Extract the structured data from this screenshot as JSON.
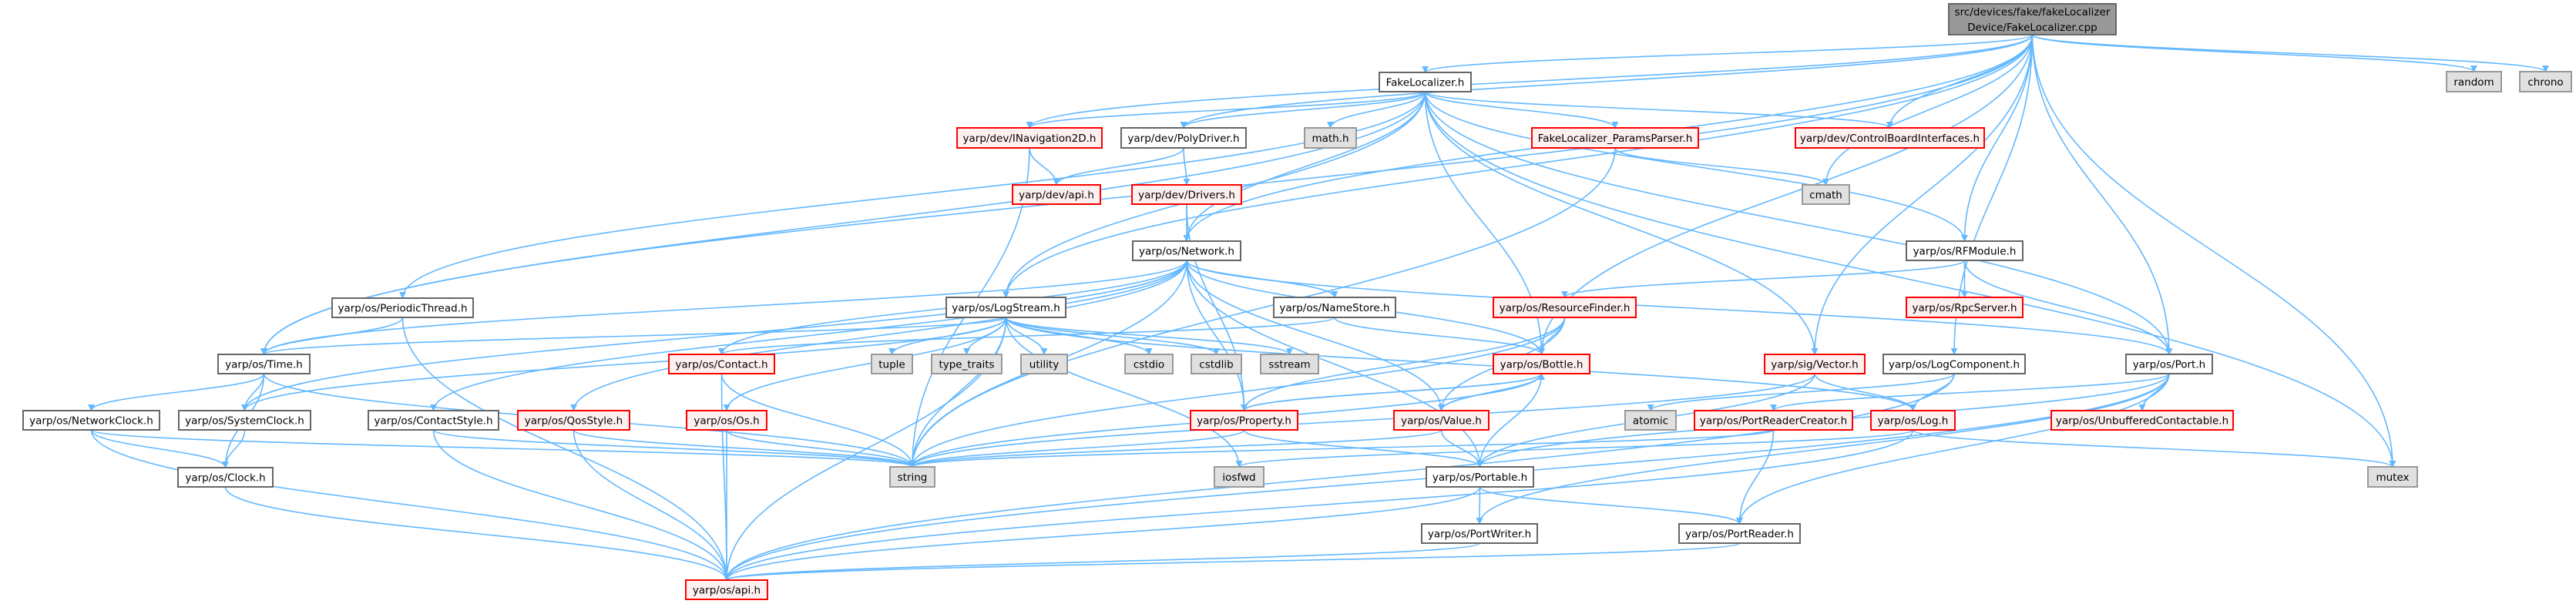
{
  "colors": {
    "edge": "#63b8ff",
    "root_fill": "#999999",
    "root_border": "#666666",
    "normal_fill": "#ffffff",
    "normal_border": "#666666",
    "truncated_fill": "#fff0f0",
    "truncated_border": "#ff0000",
    "external_fill": "#e0e0e0",
    "external_border": "#999999"
  },
  "nodes": {
    "root": {
      "lines": [
        "src/devices/fake/fakeLocalizer",
        "Device/FakeLocalizer.cpp"
      ],
      "kind": "root"
    },
    "fakeloc": {
      "lines": [
        "FakeLocalizer.h"
      ],
      "kind": "normal"
    },
    "random": {
      "lines": [
        "random"
      ],
      "kind": "external"
    },
    "chrono": {
      "lines": [
        "chrono"
      ],
      "kind": "external"
    },
    "inav": {
      "lines": [
        "yarp/dev/INavigation2D.h"
      ],
      "kind": "truncated"
    },
    "polydriver": {
      "lines": [
        "yarp/dev/PolyDriver.h"
      ],
      "kind": "normal"
    },
    "math": {
      "lines": [
        "math.h"
      ],
      "kind": "external"
    },
    "params": {
      "lines": [
        "FakeLocalizer_ParamsParser.h"
      ],
      "kind": "truncated"
    },
    "cbi": {
      "lines": [
        "yarp/dev/ControlBoardInterfaces.h"
      ],
      "kind": "truncated"
    },
    "devapi": {
      "lines": [
        "yarp/dev/api.h"
      ],
      "kind": "truncated"
    },
    "drivers": {
      "lines": [
        "yarp/dev/Drivers.h"
      ],
      "kind": "truncated"
    },
    "cmath": {
      "lines": [
        "cmath"
      ],
      "kind": "external"
    },
    "network": {
      "lines": [
        "yarp/os/Network.h"
      ],
      "kind": "normal"
    },
    "rfmodule": {
      "lines": [
        "yarp/os/RFModule.h"
      ],
      "kind": "normal"
    },
    "periodic": {
      "lines": [
        "yarp/os/PeriodicThread.h"
      ],
      "kind": "normal"
    },
    "logstream": {
      "lines": [
        "yarp/os/LogStream.h"
      ],
      "kind": "normal"
    },
    "namestore": {
      "lines": [
        "yarp/os/NameStore.h"
      ],
      "kind": "normal"
    },
    "resfinder": {
      "lines": [
        "yarp/os/ResourceFinder.h"
      ],
      "kind": "truncated"
    },
    "rpcserver": {
      "lines": [
        "yarp/os/RpcServer.h"
      ],
      "kind": "truncated"
    },
    "time": {
      "lines": [
        "yarp/os/Time.h"
      ],
      "kind": "normal"
    },
    "contact": {
      "lines": [
        "yarp/os/Contact.h"
      ],
      "kind": "truncated"
    },
    "tuple": {
      "lines": [
        "tuple"
      ],
      "kind": "external"
    },
    "typetraits": {
      "lines": [
        "type_traits"
      ],
      "kind": "external"
    },
    "utility": {
      "lines": [
        "utility"
      ],
      "kind": "external"
    },
    "cstdio": {
      "lines": [
        "cstdio"
      ],
      "kind": "external"
    },
    "cstdlib": {
      "lines": [
        "cstdlib"
      ],
      "kind": "external"
    },
    "sstream": {
      "lines": [
        "sstream"
      ],
      "kind": "external"
    },
    "bottle": {
      "lines": [
        "yarp/os/Bottle.h"
      ],
      "kind": "truncated"
    },
    "vector": {
      "lines": [
        "yarp/sig/Vector.h"
      ],
      "kind": "truncated"
    },
    "logcomp": {
      "lines": [
        "yarp/os/LogComponent.h"
      ],
      "kind": "normal"
    },
    "port": {
      "lines": [
        "yarp/os/Port.h"
      ],
      "kind": "normal"
    },
    "netclock": {
      "lines": [
        "yarp/os/NetworkClock.h"
      ],
      "kind": "normal"
    },
    "sysclock": {
      "lines": [
        "yarp/os/SystemClock.h"
      ],
      "kind": "normal"
    },
    "contactstyle": {
      "lines": [
        "yarp/os/ContactStyle.h"
      ],
      "kind": "normal"
    },
    "qosstyle": {
      "lines": [
        "yarp/os/QosStyle.h"
      ],
      "kind": "truncated"
    },
    "os": {
      "lines": [
        "yarp/os/Os.h"
      ],
      "kind": "truncated"
    },
    "property": {
      "lines": [
        "yarp/os/Property.h"
      ],
      "kind": "truncated"
    },
    "value": {
      "lines": [
        "yarp/os/Value.h"
      ],
      "kind": "truncated"
    },
    "atomic": {
      "lines": [
        "atomic"
      ],
      "kind": "external"
    },
    "prc": {
      "lines": [
        "yarp/os/PortReaderCreator.h"
      ],
      "kind": "truncated"
    },
    "log": {
      "lines": [
        "yarp/os/Log.h"
      ],
      "kind": "truncated"
    },
    "unbuf": {
      "lines": [
        "yarp/os/UnbufferedContactable.h"
      ],
      "kind": "truncated"
    },
    "clock": {
      "lines": [
        "yarp/os/Clock.h"
      ],
      "kind": "normal"
    },
    "string": {
      "lines": [
        "string"
      ],
      "kind": "external"
    },
    "iosfwd": {
      "lines": [
        "iosfwd"
      ],
      "kind": "external"
    },
    "portable": {
      "lines": [
        "yarp/os/Portable.h"
      ],
      "kind": "normal"
    },
    "mutex": {
      "lines": [
        "mutex"
      ],
      "kind": "external"
    },
    "portwriter": {
      "lines": [
        "yarp/os/PortWriter.h"
      ],
      "kind": "normal"
    },
    "portreader": {
      "lines": [
        "yarp/os/PortReader.h"
      ],
      "kind": "normal"
    },
    "api": {
      "lines": [
        "yarp/os/api.h"
      ],
      "kind": "truncated"
    }
  },
  "edges": [
    [
      "root",
      "fakeloc"
    ],
    [
      "root",
      "inav"
    ],
    [
      "root",
      "polydriver"
    ],
    [
      "root",
      "cbi"
    ],
    [
      "root",
      "network"
    ],
    [
      "root",
      "logstream"
    ],
    [
      "root",
      "time"
    ],
    [
      "root",
      "rfmodule"
    ],
    [
      "root",
      "bottle"
    ],
    [
      "root",
      "vector"
    ],
    [
      "root",
      "logcomp"
    ],
    [
      "root",
      "port"
    ],
    [
      "root",
      "cmath"
    ],
    [
      "root",
      "random"
    ],
    [
      "root",
      "chrono"
    ],
    [
      "root",
      "mutex"
    ],
    [
      "fakeloc",
      "inav"
    ],
    [
      "fakeloc",
      "polydriver"
    ],
    [
      "fakeloc",
      "math"
    ],
    [
      "fakeloc",
      "params"
    ],
    [
      "fakeloc",
      "cbi"
    ],
    [
      "fakeloc",
      "network"
    ],
    [
      "fakeloc",
      "logstream"
    ],
    [
      "fakeloc",
      "time"
    ],
    [
      "fakeloc",
      "periodic"
    ],
    [
      "fakeloc",
      "rfmodule"
    ],
    [
      "fakeloc",
      "bottle"
    ],
    [
      "fakeloc",
      "vector"
    ],
    [
      "fakeloc",
      "port"
    ],
    [
      "fakeloc",
      "mutex"
    ],
    [
      "inav",
      "devapi"
    ],
    [
      "inav",
      "string"
    ],
    [
      "polydriver",
      "devapi"
    ],
    [
      "polydriver",
      "drivers"
    ],
    [
      "drivers",
      "network"
    ],
    [
      "drivers",
      "property"
    ],
    [
      "params",
      "cmath"
    ],
    [
      "params",
      "string"
    ],
    [
      "network",
      "time"
    ],
    [
      "network",
      "contact"
    ],
    [
      "network",
      "contactstyle"
    ],
    [
      "network",
      "qosstyle"
    ],
    [
      "network",
      "namestore"
    ],
    [
      "network",
      "property"
    ],
    [
      "network",
      "portable"
    ],
    [
      "network",
      "value"
    ],
    [
      "network",
      "sysclock"
    ],
    [
      "network",
      "string"
    ],
    [
      "network",
      "bottle"
    ],
    [
      "network",
      "port"
    ],
    [
      "periodic",
      "time"
    ],
    [
      "periodic",
      "api"
    ],
    [
      "logstream",
      "tuple"
    ],
    [
      "logstream",
      "typetraits"
    ],
    [
      "logstream",
      "utility"
    ],
    [
      "logstream",
      "cstdio"
    ],
    [
      "logstream",
      "cstdlib"
    ],
    [
      "logstream",
      "sstream"
    ],
    [
      "logstream",
      "iosfwd"
    ],
    [
      "logstream",
      "string"
    ],
    [
      "logstream",
      "time"
    ],
    [
      "logstream",
      "sysclock"
    ],
    [
      "logstream",
      "log"
    ],
    [
      "logstream",
      "api"
    ],
    [
      "logstream",
      "os"
    ],
    [
      "time",
      "netclock"
    ],
    [
      "time",
      "sysclock"
    ],
    [
      "time",
      "clock"
    ],
    [
      "time",
      "string"
    ],
    [
      "netclock",
      "clock"
    ],
    [
      "netclock",
      "api"
    ],
    [
      "netclock",
      "string"
    ],
    [
      "sysclock",
      "clock"
    ],
    [
      "clock",
      "api"
    ],
    [
      "contactstyle",
      "api"
    ],
    [
      "contactstyle",
      "string"
    ],
    [
      "qosstyle",
      "api"
    ],
    [
      "qosstyle",
      "string"
    ],
    [
      "os",
      "api"
    ],
    [
      "os",
      "string"
    ],
    [
      "contact",
      "api"
    ],
    [
      "contact",
      "string"
    ],
    [
      "namestore",
      "bottle"
    ],
    [
      "namestore",
      "contact"
    ],
    [
      "resfinder",
      "bottle"
    ],
    [
      "resfinder",
      "property"
    ],
    [
      "resfinder",
      "value"
    ],
    [
      "resfinder",
      "string"
    ],
    [
      "bottle",
      "property"
    ],
    [
      "bottle",
      "value"
    ],
    [
      "bottle",
      "portable"
    ],
    [
      "bottle",
      "string"
    ],
    [
      "property",
      "bottle"
    ],
    [
      "property",
      "portable"
    ],
    [
      "property",
      "string"
    ],
    [
      "value",
      "bottle"
    ],
    [
      "value",
      "portable"
    ],
    [
      "value",
      "string"
    ],
    [
      "rfmodule",
      "resfinder"
    ],
    [
      "rfmodule",
      "rpcserver"
    ],
    [
      "rfmodule",
      "port"
    ],
    [
      "vector",
      "log"
    ],
    [
      "vector",
      "portable"
    ],
    [
      "vector",
      "string"
    ],
    [
      "logcomp",
      "atomic"
    ],
    [
      "logcomp",
      "log"
    ],
    [
      "logcomp",
      "api"
    ],
    [
      "log",
      "iosfwd"
    ],
    [
      "log",
      "mutex"
    ],
    [
      "log",
      "api"
    ],
    [
      "port",
      "prc"
    ],
    [
      "port",
      "unbuf"
    ],
    [
      "port",
      "portable"
    ],
    [
      "port",
      "portwriter"
    ],
    [
      "port",
      "portreader"
    ],
    [
      "port",
      "api"
    ],
    [
      "prc",
      "portreader"
    ],
    [
      "prc",
      "string"
    ],
    [
      "portable",
      "portwriter"
    ],
    [
      "portable",
      "portreader"
    ],
    [
      "portable",
      "api"
    ],
    [
      "portwriter",
      "api"
    ],
    [
      "portreader",
      "api"
    ]
  ]
}
